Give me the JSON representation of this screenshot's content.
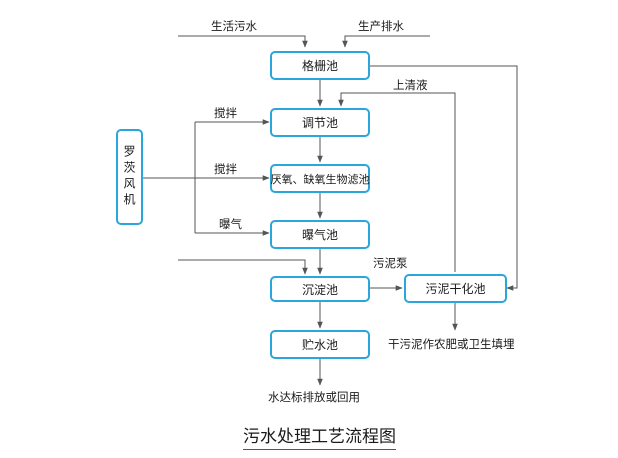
{
  "colors": {
    "box_border": "#2aa6dc",
    "line": "#555555"
  },
  "title": "污水处理工艺流程图",
  "blower": {
    "label": "罗茨风机"
  },
  "inputs": {
    "domestic": "生活污水",
    "production": "生产排水"
  },
  "units": {
    "screen": "格栅池",
    "equalization": "调节池",
    "anaerobic_anoxic": "厌氧、缺氧生物滤池",
    "aeration": "曝气池",
    "sedimentation": "沉淀池",
    "storage": "贮水池",
    "sludge_dryer": "污泥干化池"
  },
  "labels": {
    "stir1": "搅拌",
    "stir2": "搅拌",
    "aerate": "曝气",
    "supernatant": "上清液",
    "sludge_pump": "污泥泵",
    "sludge_use": "干污泥作农肥或卫生填埋",
    "discharge": "水达标排放或回用"
  }
}
